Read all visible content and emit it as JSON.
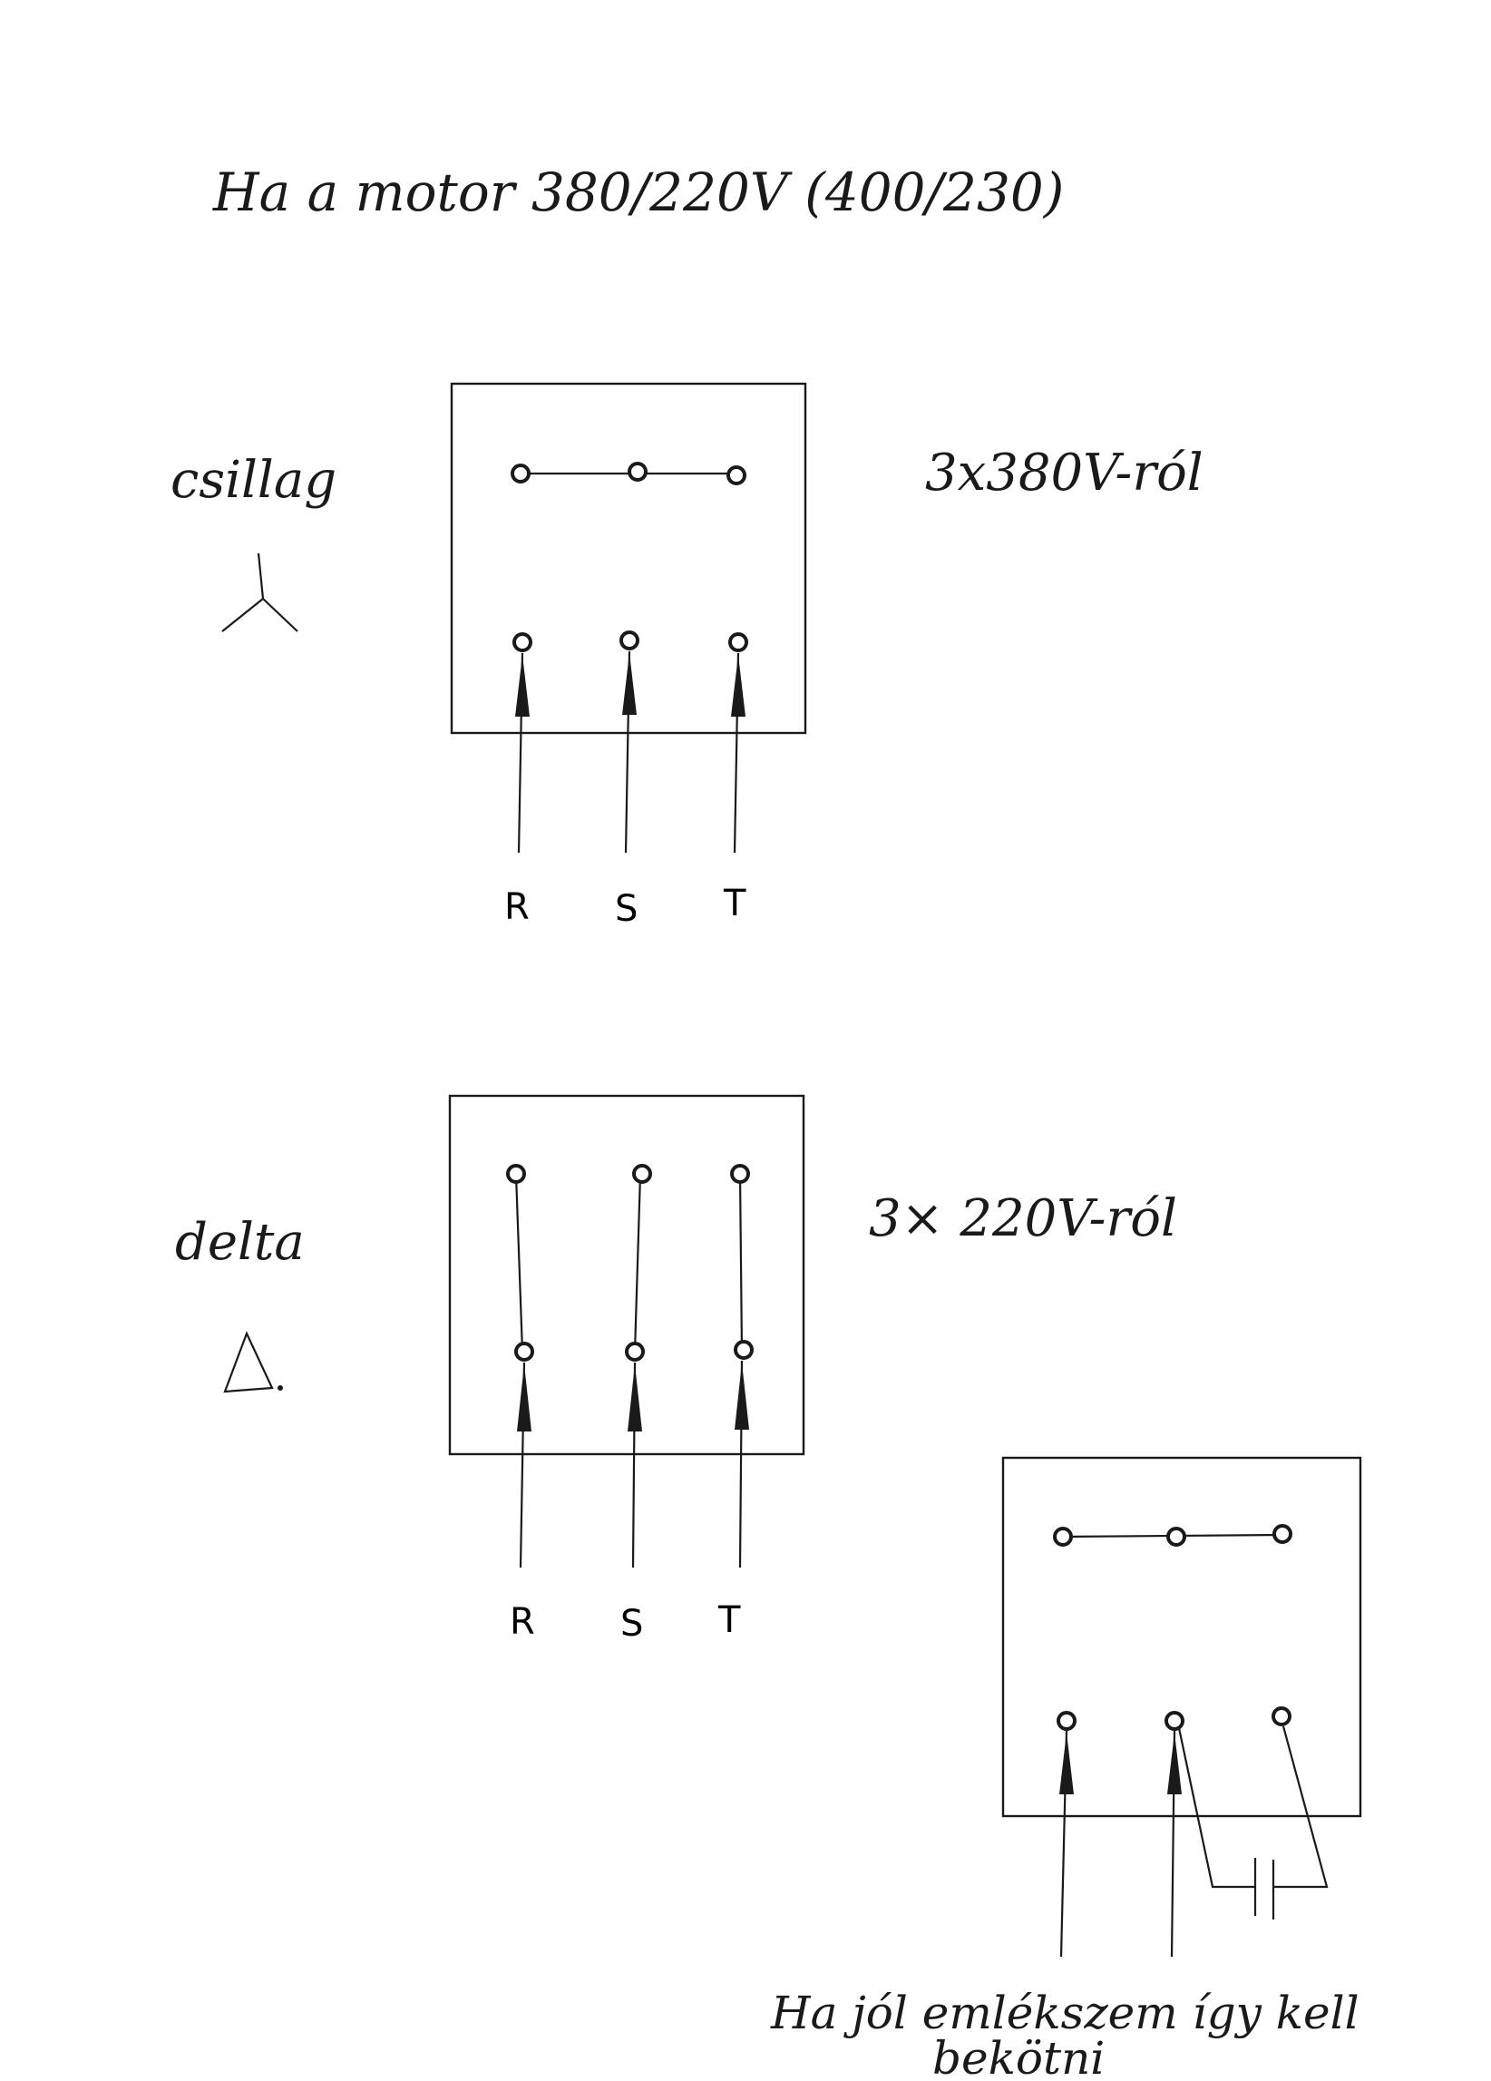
{
  "title": "Ha a motor 380/220V (400/230)",
  "star": {
    "label": "csillag",
    "symbol": "star-symbol",
    "supply": "3x380V-ról",
    "phases": [
      "R",
      "S",
      "T"
    ]
  },
  "delta": {
    "label": "delta",
    "symbol": "delta-symbol",
    "supply": "3× 220V-ról",
    "phases": [
      "R",
      "S",
      "T"
    ]
  },
  "single_phase": {
    "note_line1": "Ha jól emlékszem így kell",
    "note_line2": "bekötni"
  }
}
